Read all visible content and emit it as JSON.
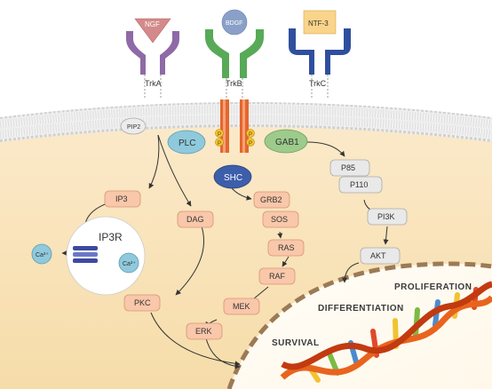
{
  "receptors": {
    "ngf": "NGF",
    "bdgf": "BDGF",
    "ntf3": "NTF-3",
    "trka": "TrkA",
    "trkb": "TrkB",
    "trkc": "TrkC"
  },
  "nodes": {
    "pip2": "PIP2",
    "plc": "PLC",
    "gab1": "GAB1",
    "shc": "SHC",
    "grb2": "GRB2",
    "sos": "SOS",
    "ras": "RAS",
    "raf": "RAF",
    "mek": "MEK",
    "erk": "ERK",
    "ip3": "IP3",
    "dag": "DAG",
    "pkc": "PKC",
    "ip3r": "IP3R",
    "ca_out": "Ca²⁺",
    "ca_in": "Ca²⁺",
    "p85": "P85",
    "p110": "P110",
    "pi3k": "PI3K",
    "akt": "AKT",
    "phospho": "P"
  },
  "outcomes": {
    "proliferation": "PROLIFERATION",
    "differentiation": "DIFFERENTIATION",
    "survival": "SURVIVAL"
  },
  "colors": {
    "cytoplasm": "#f8e3b8",
    "membrane": "#cfcfcf",
    "ngf_receptor": "#8e6aa6",
    "bdgf_receptor": "#58a958",
    "ntf3_receptor": "#2f4f9e",
    "kinase_orange": "#e4672c",
    "ras_box": "#f9c7aa",
    "pi3k_box": "#e9e9e9",
    "plc_oval": "#8fc9dc",
    "gab1_oval": "#9ccb8c",
    "shc_oval": "#3d5eaa",
    "nucleus_border": "#9b7a55"
  }
}
